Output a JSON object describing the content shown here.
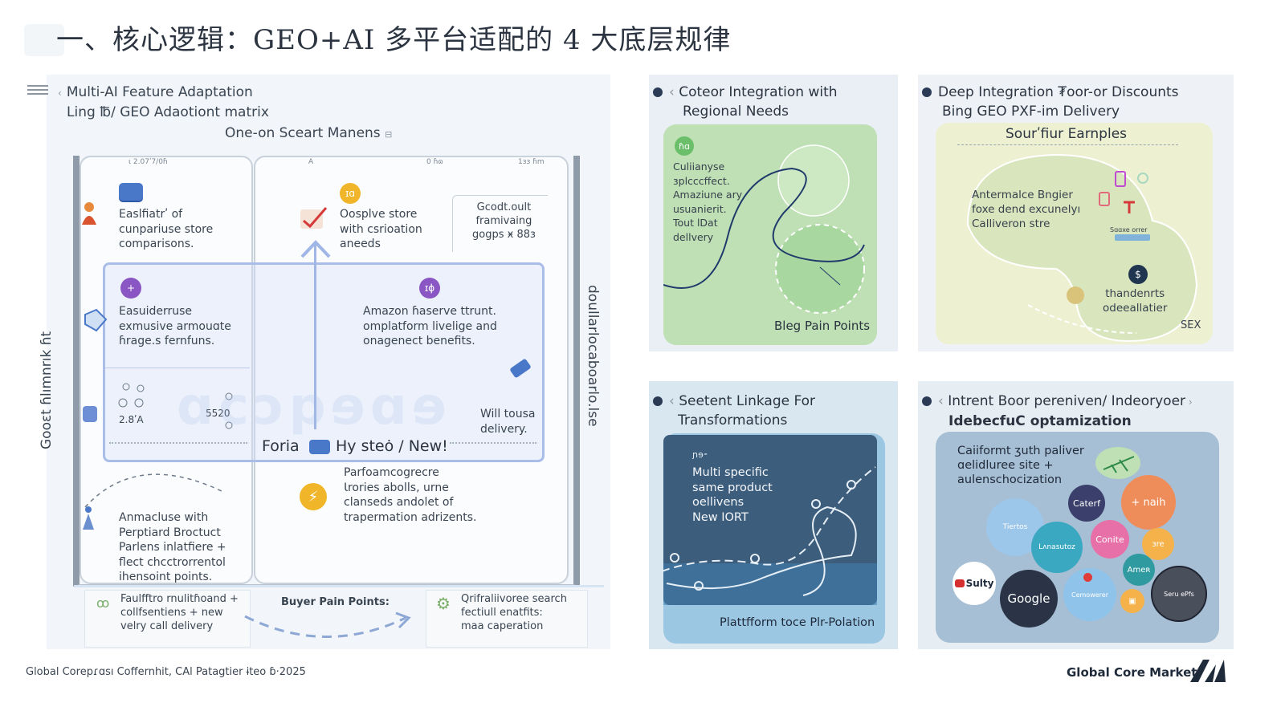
{
  "title": "一、核心逻辑：GEO+AI 多平台适配的 4 大底层规律",
  "left_panel": {
    "heading_line1": "Multi-AI Feature Adaptation",
    "heading_line2": "Ling ℔/ GEO Adaotiont matrix",
    "subheading": "One-on Sceart Manens",
    "y_axis_label": "Gooɛt ɦlımnrık ɦt",
    "right_vertical_label": "doullarlocaboarlo.lse",
    "col_caps": [
      "ɩ 2.07ʹ7/0ɦ",
      "A",
      "0 ɦɷ",
      "1ɜɜ ɦm"
    ],
    "cell_tl": [
      "Easlfiatrʹ of",
      "cunpariuse store",
      "comparisons."
    ],
    "cell_tc": [
      "Oosplve store",
      "with csrioation",
      "aneeds"
    ],
    "cell_tr": [
      "Gcodt.oult",
      "framivaing",
      "gogps ӿ 88ɜ"
    ],
    "cell_ml": [
      "Easuiderruse",
      "exmusive armouɑte",
      "ɦrage.s fernfuns."
    ],
    "cell_mc": [
      "Amazon ɦaserve ttrunt.",
      "omplatform livelige and",
      "onagenect benefits."
    ],
    "cell_bl_nums": [
      "2.8ʹA",
      "5520"
    ],
    "cell_br": [
      "Will tousa",
      "delivery."
    ],
    "banner_left": "Foria",
    "banner_right": "Hy steȯ / New!",
    "cell_bot_c": [
      "Parfoamcogrecre",
      "Ɩrories abolls, urne",
      "clanseds andolet of",
      "trapermation adrizents."
    ],
    "cell_bot_l": [
      "Anmacluse with",
      "Perptiard Broctuct",
      "Parlens inlatfiere +",
      "flect chcctrorrentol",
      "ihensoint points."
    ],
    "footer_l": [
      "Faulfftro rnulitɦoand +",
      "collfsentiens + new",
      "velry call delivery"
    ],
    "footer_c": "Buyer Pain Points:",
    "footer_r": [
      "Qrifraliivoree search",
      "fectiull enatfits:",
      "maa caperation"
    ]
  },
  "panel_tr1": {
    "heading": [
      "Coteor Integration with",
      "Regional Needs"
    ],
    "badge": "ɦɑ",
    "text": [
      "Culiianyse",
      "ɜplcccffect.",
      "Amaziune ary",
      "usuanierit.",
      "Tout lDat",
      "dellvery"
    ],
    "caption": "Bleg Pain Points"
  },
  "panel_tr2": {
    "heading": [
      "Deep Integration ₮oor-or Discounts",
      "Bing GEO PXF-im Delivery"
    ],
    "subtitle": "Sourʹfiur Earnples",
    "text": [
      "Antermalce Bngier",
      "foxe dend excunelyı",
      "Calliveron stre"
    ],
    "small_tag": "Sɑɑxe orrer",
    "dollar": "$",
    "circle_text": [
      "thandenrts",
      "odeeallatier"
    ],
    "sex": "SEX"
  },
  "panel_br1": {
    "heading": [
      "Seetent Linkage For",
      "Transformations"
    ],
    "tag": "ɲɘ⁃",
    "text": [
      "Multi specific",
      "same product",
      "oellivens",
      "New IORT"
    ],
    "caption": "Plattfform toce Plr-Polation"
  },
  "panel_br2": {
    "heading": "Intrent Boor pereniven/ Indeoryoer",
    "subheading": "IdebecfuC optamization",
    "text": [
      "Caiiformt ʒuth paliver",
      "ɑelidluree site +",
      "aulenschocization"
    ],
    "bubbles": [
      "Caterf",
      "+ naih",
      "Tiertos",
      "Lʌnasutoz",
      "Conite",
      "ɜre",
      "Sulty",
      "Google",
      "Ameʀ",
      "Cemowerer",
      "Seru ePfs"
    ]
  },
  "footer_left": "Global Corepɾɑsı Coffernhit, CAl Patagtier ɨteo ɓ·2025",
  "footer_right": "Global Core Market"
}
